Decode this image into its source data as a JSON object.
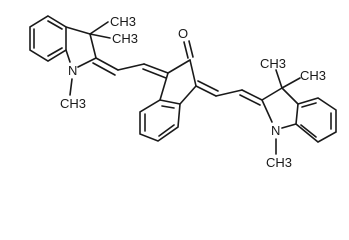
{
  "atoms": {
    "carbonyl_oxygen": "O",
    "nitrogen_left": "N",
    "nitrogen_right": "N"
  },
  "methyl_labels": {
    "left_gem_upper": "CH3",
    "left_gem_lower": "CH3",
    "left_n_methyl": "CH3",
    "right_gem_upper": "CH3",
    "right_gem_lower": "CH3",
    "right_n_methyl": "CH3"
  },
  "colors": {
    "ink": "#1a1a1a",
    "background": "#ffffff"
  }
}
